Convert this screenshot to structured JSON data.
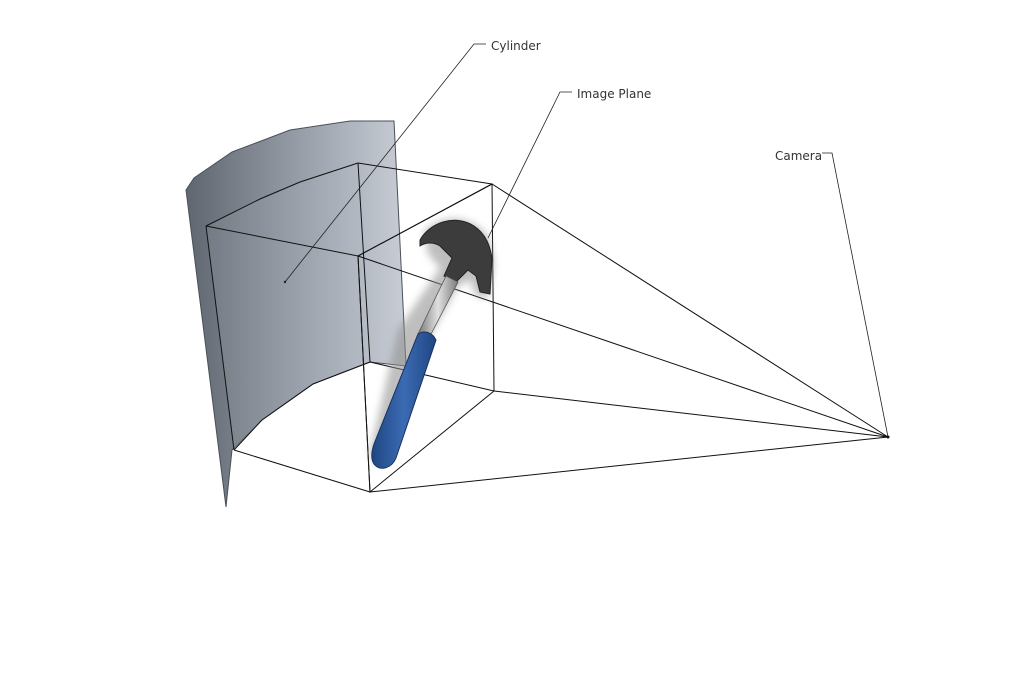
{
  "labels": {
    "cylinder": "Cylinder",
    "image_plane": "Image Plane",
    "camera": "Camera"
  },
  "colors": {
    "background": "#ffffff",
    "line": "#111111",
    "cylinder_dark": "#6f7680",
    "cylinder_light": "#c4cad3",
    "hammer_handle": "#2e5a9a",
    "hammer_head": "#3a3a3a"
  },
  "icons": {
    "hammer": "hammer-icon"
  }
}
